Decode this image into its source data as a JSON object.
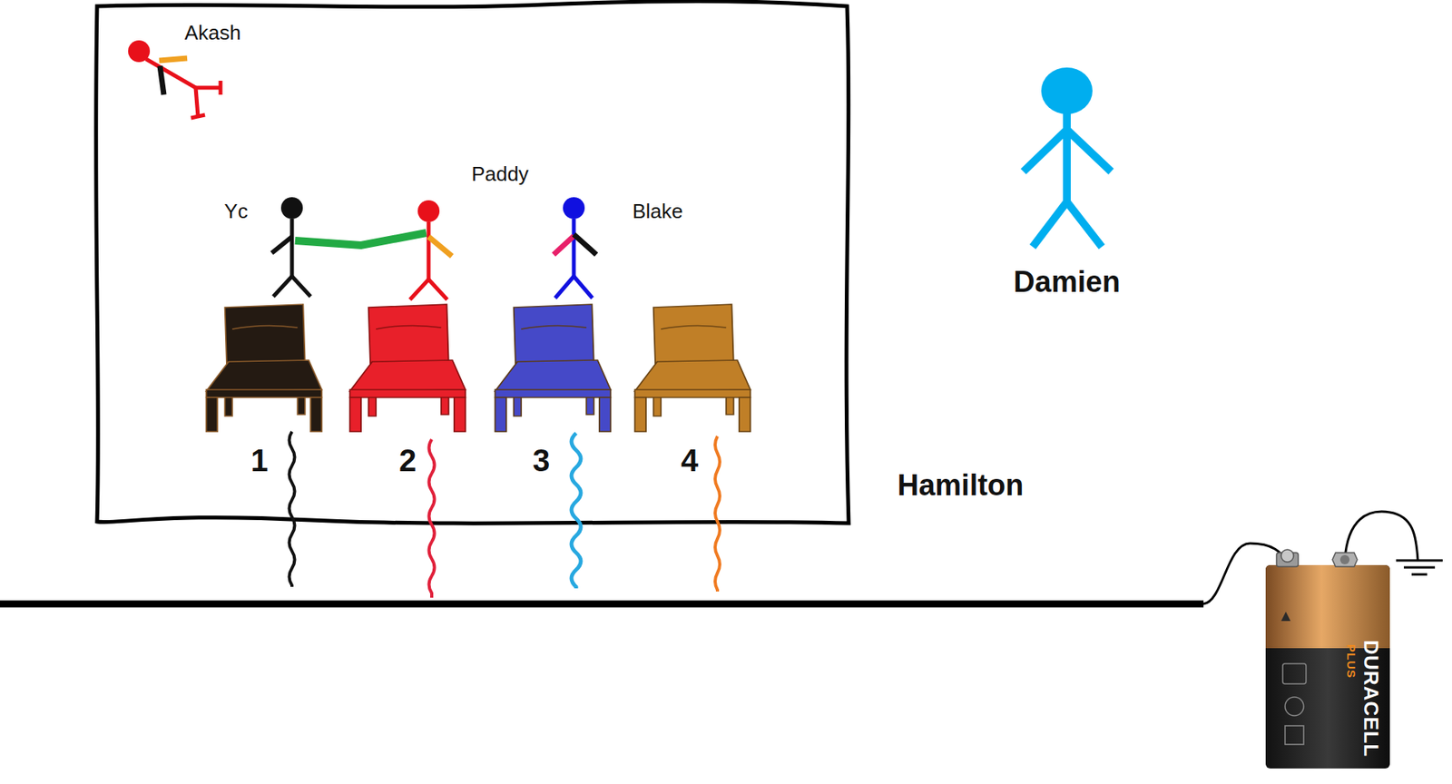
{
  "diagram": {
    "labels": [
      "Akash",
      "Yc",
      "Paddy",
      "Blake",
      "1",
      "2",
      "3",
      "4",
      "Damien",
      "Hamilton",
      "DURACELL",
      "PLUS"
    ]
  }
}
